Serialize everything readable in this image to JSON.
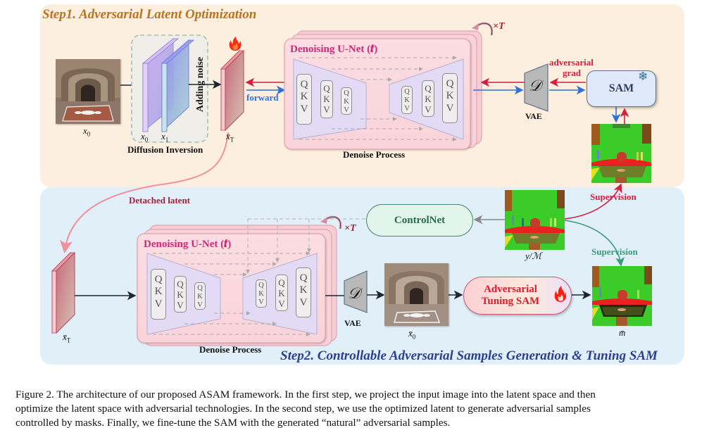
{
  "figure": {
    "step1": {
      "title": "Step1. Adversarial Latent Optimization",
      "input_label": "x",
      "input_sub": "0",
      "inversion": {
        "title": "Diffusion Inversion",
        "adding_noise": "Adding noise",
        "frame_labels": [
          {
            "base": "x",
            "sub": "0"
          },
          {
            "base": "x",
            "sub": "1"
          }
        ]
      },
      "latent_label": "x̄",
      "latent_sub": "T",
      "forward_label": "forward",
      "unet": {
        "title": "Denoising U-Net (𝒕)",
        "repeat": "×T",
        "qkv_letters": [
          "Q",
          "K",
          "V"
        ],
        "caption": "Denoise Process"
      },
      "decoder_symbol": "𝒟",
      "vae_label": "VAE",
      "grad_label_1": "adversarial",
      "grad_label_2": "grad",
      "sam_label": "SAM",
      "frozen_icon": "❄"
    },
    "step2": {
      "title": "Step2. Controllable Adversarial Samples Generation & Tuning SAM",
      "detached_label": "Detached latent",
      "latent_label": "x̄",
      "latent_sub": "T",
      "unet": {
        "title": "Denoising U-Net (𝒕)",
        "repeat": "×T",
        "qkv_letters": [
          "Q",
          "K",
          "V"
        ],
        "caption": "Denoise Process"
      },
      "controlnet_label": "ControlNet",
      "mask_label": "y/ℳ",
      "supervision_top": "Supervision",
      "supervision_bottom": "Supervision",
      "decoder_symbol": "𝒟",
      "vae_label": "VAE",
      "output_label": "x̄",
      "output_sub": "0",
      "tuning_line1": "Adversarial",
      "tuning_line2": "Tuning SAM",
      "pred_label": "m̄"
    },
    "caption": [
      "Figure 2. The architecture of our proposed ASAM framework. In the first step, we project the input image into the latent space and then",
      "optimize the latent space with adversarial technologies. In the second step, we use the optimized latent to generate adversarial samples",
      "controlled by masks. Finally, we fine-tune the SAM with the generated “natural” adversarial samples."
    ],
    "colors": {
      "step1_bg": "#fdefdf",
      "step2_bg": "#e1eff9",
      "step1_title": "#b8741e",
      "step2_title": "#2b3f8f",
      "adversarial_red": "#d41f3d",
      "forward_blue": "#2f6fd6",
      "unet_pink": "#fbdde2",
      "encoder_lavender": "#e3dbf6",
      "supervision_green": "#3a9b79"
    }
  }
}
